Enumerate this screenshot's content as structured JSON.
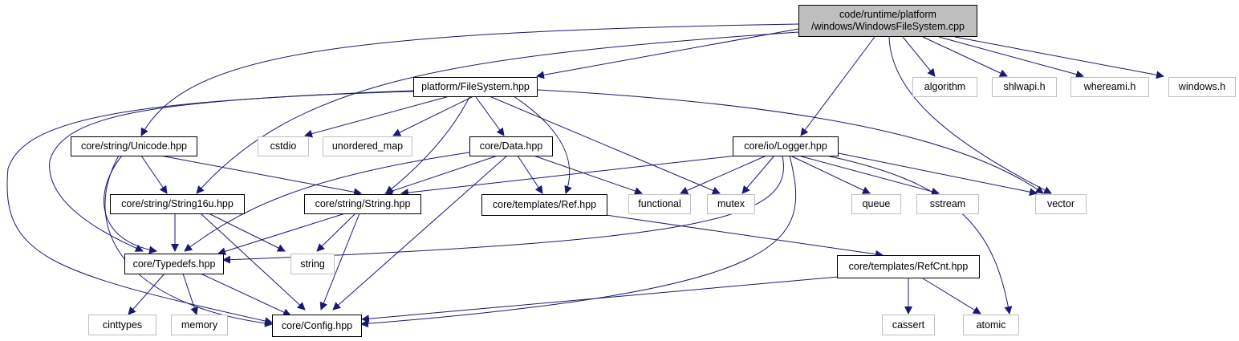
{
  "root": {
    "line1": "code/runtime/platform",
    "line2": "/windows/WindowsFileSystem.cpp"
  },
  "nodes": {
    "filesystem": "platform/FileSystem.hpp",
    "algorithm": "algorithm",
    "shlwapi": "shlwapi.h",
    "whereami": "whereami.h",
    "windows": "windows.h",
    "unicode": "core/string/Unicode.hpp",
    "cstdio": "cstdio",
    "unordered_map": "unordered_map",
    "data": "core/Data.hpp",
    "logger": "core/io/Logger.hpp",
    "string16u": "core/string/String16u.hpp",
    "string_hpp": "core/string/String.hpp",
    "ref": "core/templates/Ref.hpp",
    "functional": "functional",
    "mutex": "mutex",
    "queue": "queue",
    "sstream": "sstream",
    "vector": "vector",
    "typedefs": "core/Typedefs.hpp",
    "string_std": "string",
    "refcnt": "core/templates/RefCnt.hpp",
    "cinttypes": "cinttypes",
    "memory": "memory",
    "config": "core/Config.hpp",
    "cassert": "cassert",
    "atomic": "atomic"
  },
  "colors": {
    "edge": "#191970",
    "root_fill": "#bfbfbf",
    "external_border": "#bfbfbf",
    "internal_border": "#000000"
  }
}
